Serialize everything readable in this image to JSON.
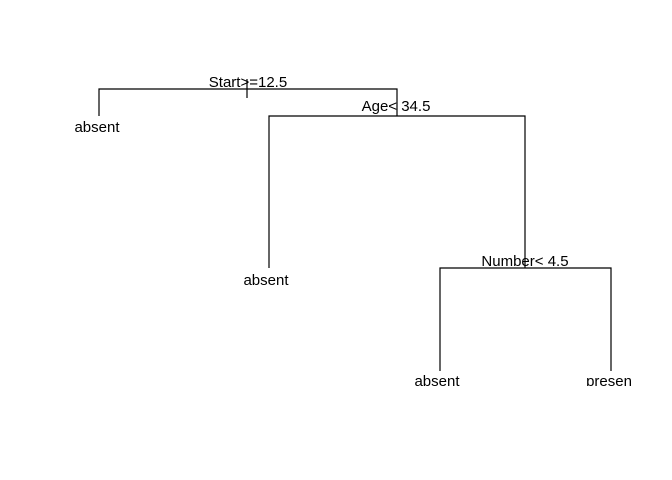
{
  "tree": {
    "splits": {
      "root": "Start>=12.5",
      "age": "Age< 34.5",
      "number": "Number< 4.5"
    },
    "leaves": {
      "start_left": "absent",
      "age_left": "absent",
      "number_left": "absent",
      "number_right": "presen"
    }
  }
}
